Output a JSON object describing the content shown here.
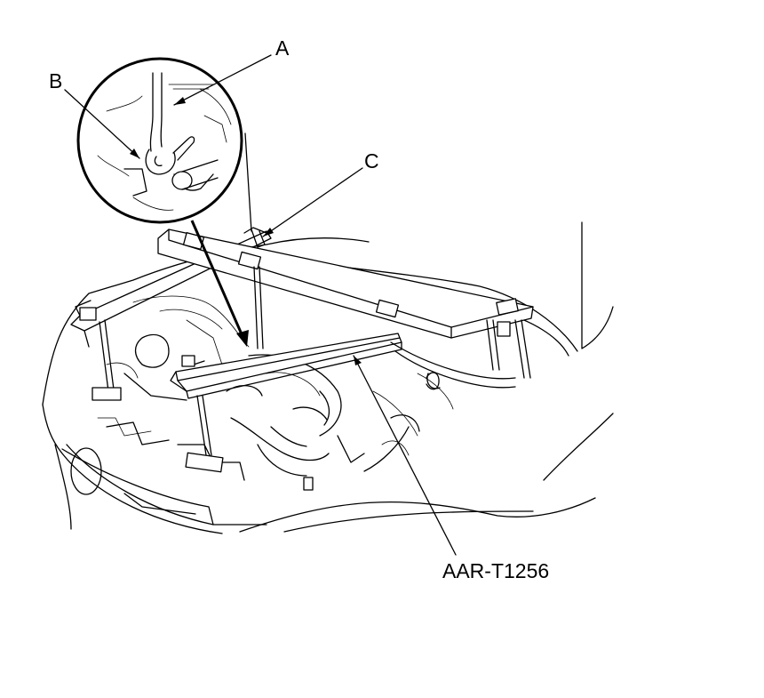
{
  "callouts": {
    "a": "A",
    "b": "B",
    "c": "C",
    "tool": "AAR-T1256"
  }
}
